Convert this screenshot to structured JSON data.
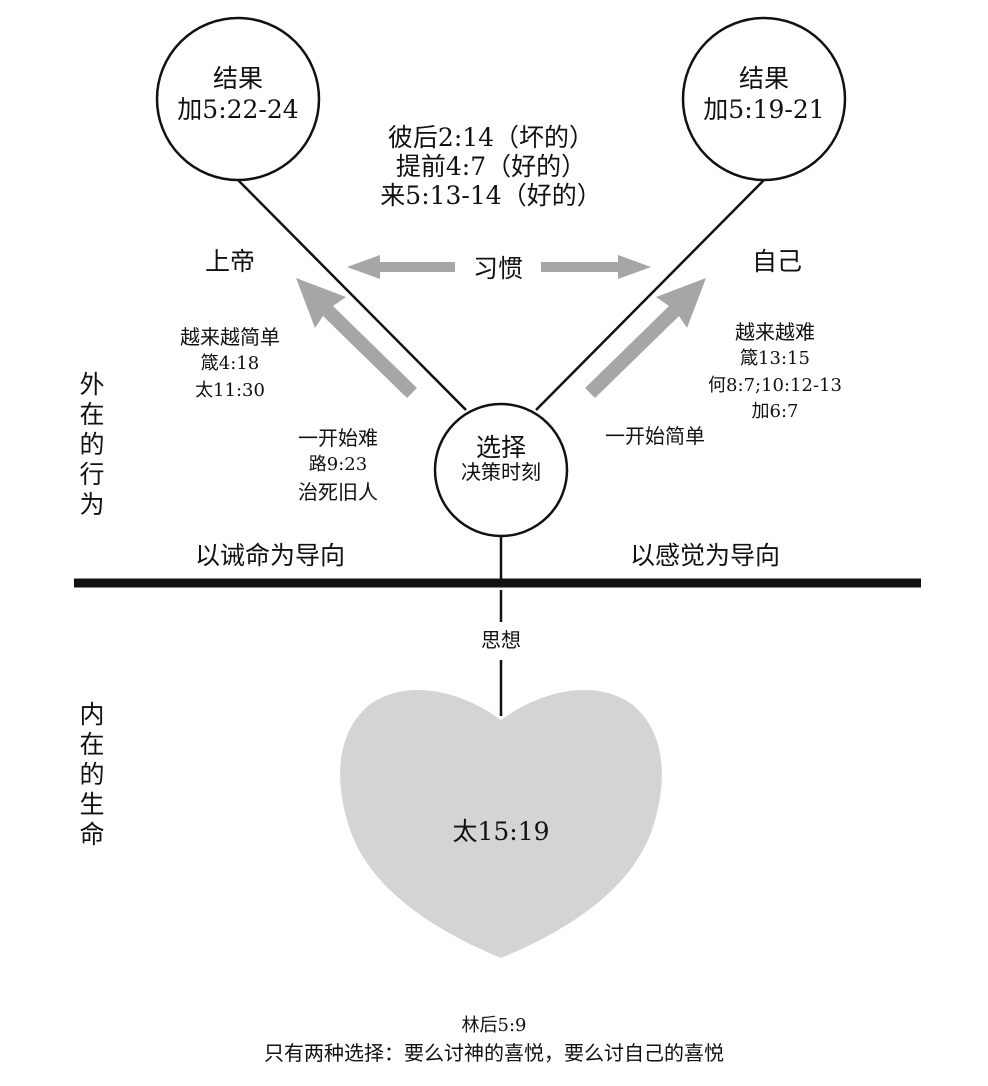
{
  "fruit_spirit": {
    "title": "结果",
    "ref": "加5:22-24"
  },
  "fruit_flesh": {
    "title": "结果",
    "ref": "加5:19-21"
  },
  "habit_refs": [
    "彼后2:14（坏的）",
    "提前4:7（好的）",
    "来5:13-14（好的）"
  ],
  "god_label": "上帝",
  "habit_label": "习惯",
  "self_label": "自己",
  "left_upper": [
    "越来越简单",
    "箴4:18",
    "太11:30"
  ],
  "right_upper": [
    "越来越难",
    "箴13:15",
    "何8:7;10:12-13",
    "加6:7"
  ],
  "left_lower": [
    "一开始难",
    "路9:23",
    "治死旧人"
  ],
  "right_lower": "一开始简单",
  "choice": {
    "title": "选择",
    "subtitle": "决策时刻"
  },
  "outer_label": "外在的行为",
  "inner_label": "内在的生命",
  "left_orientation": "以诫命为导向",
  "right_orientation": "以感觉为导向",
  "thought_label": "思想",
  "heart_ref": "太15:19",
  "footer_ref": "林后5:9",
  "footer_text": "只有两种选择：要么讨神的喜悦，要么讨自己的喜悦",
  "colors": {
    "heart": "#d4d4d4",
    "arrow": "#a6a6a6",
    "line": "#111111"
  }
}
